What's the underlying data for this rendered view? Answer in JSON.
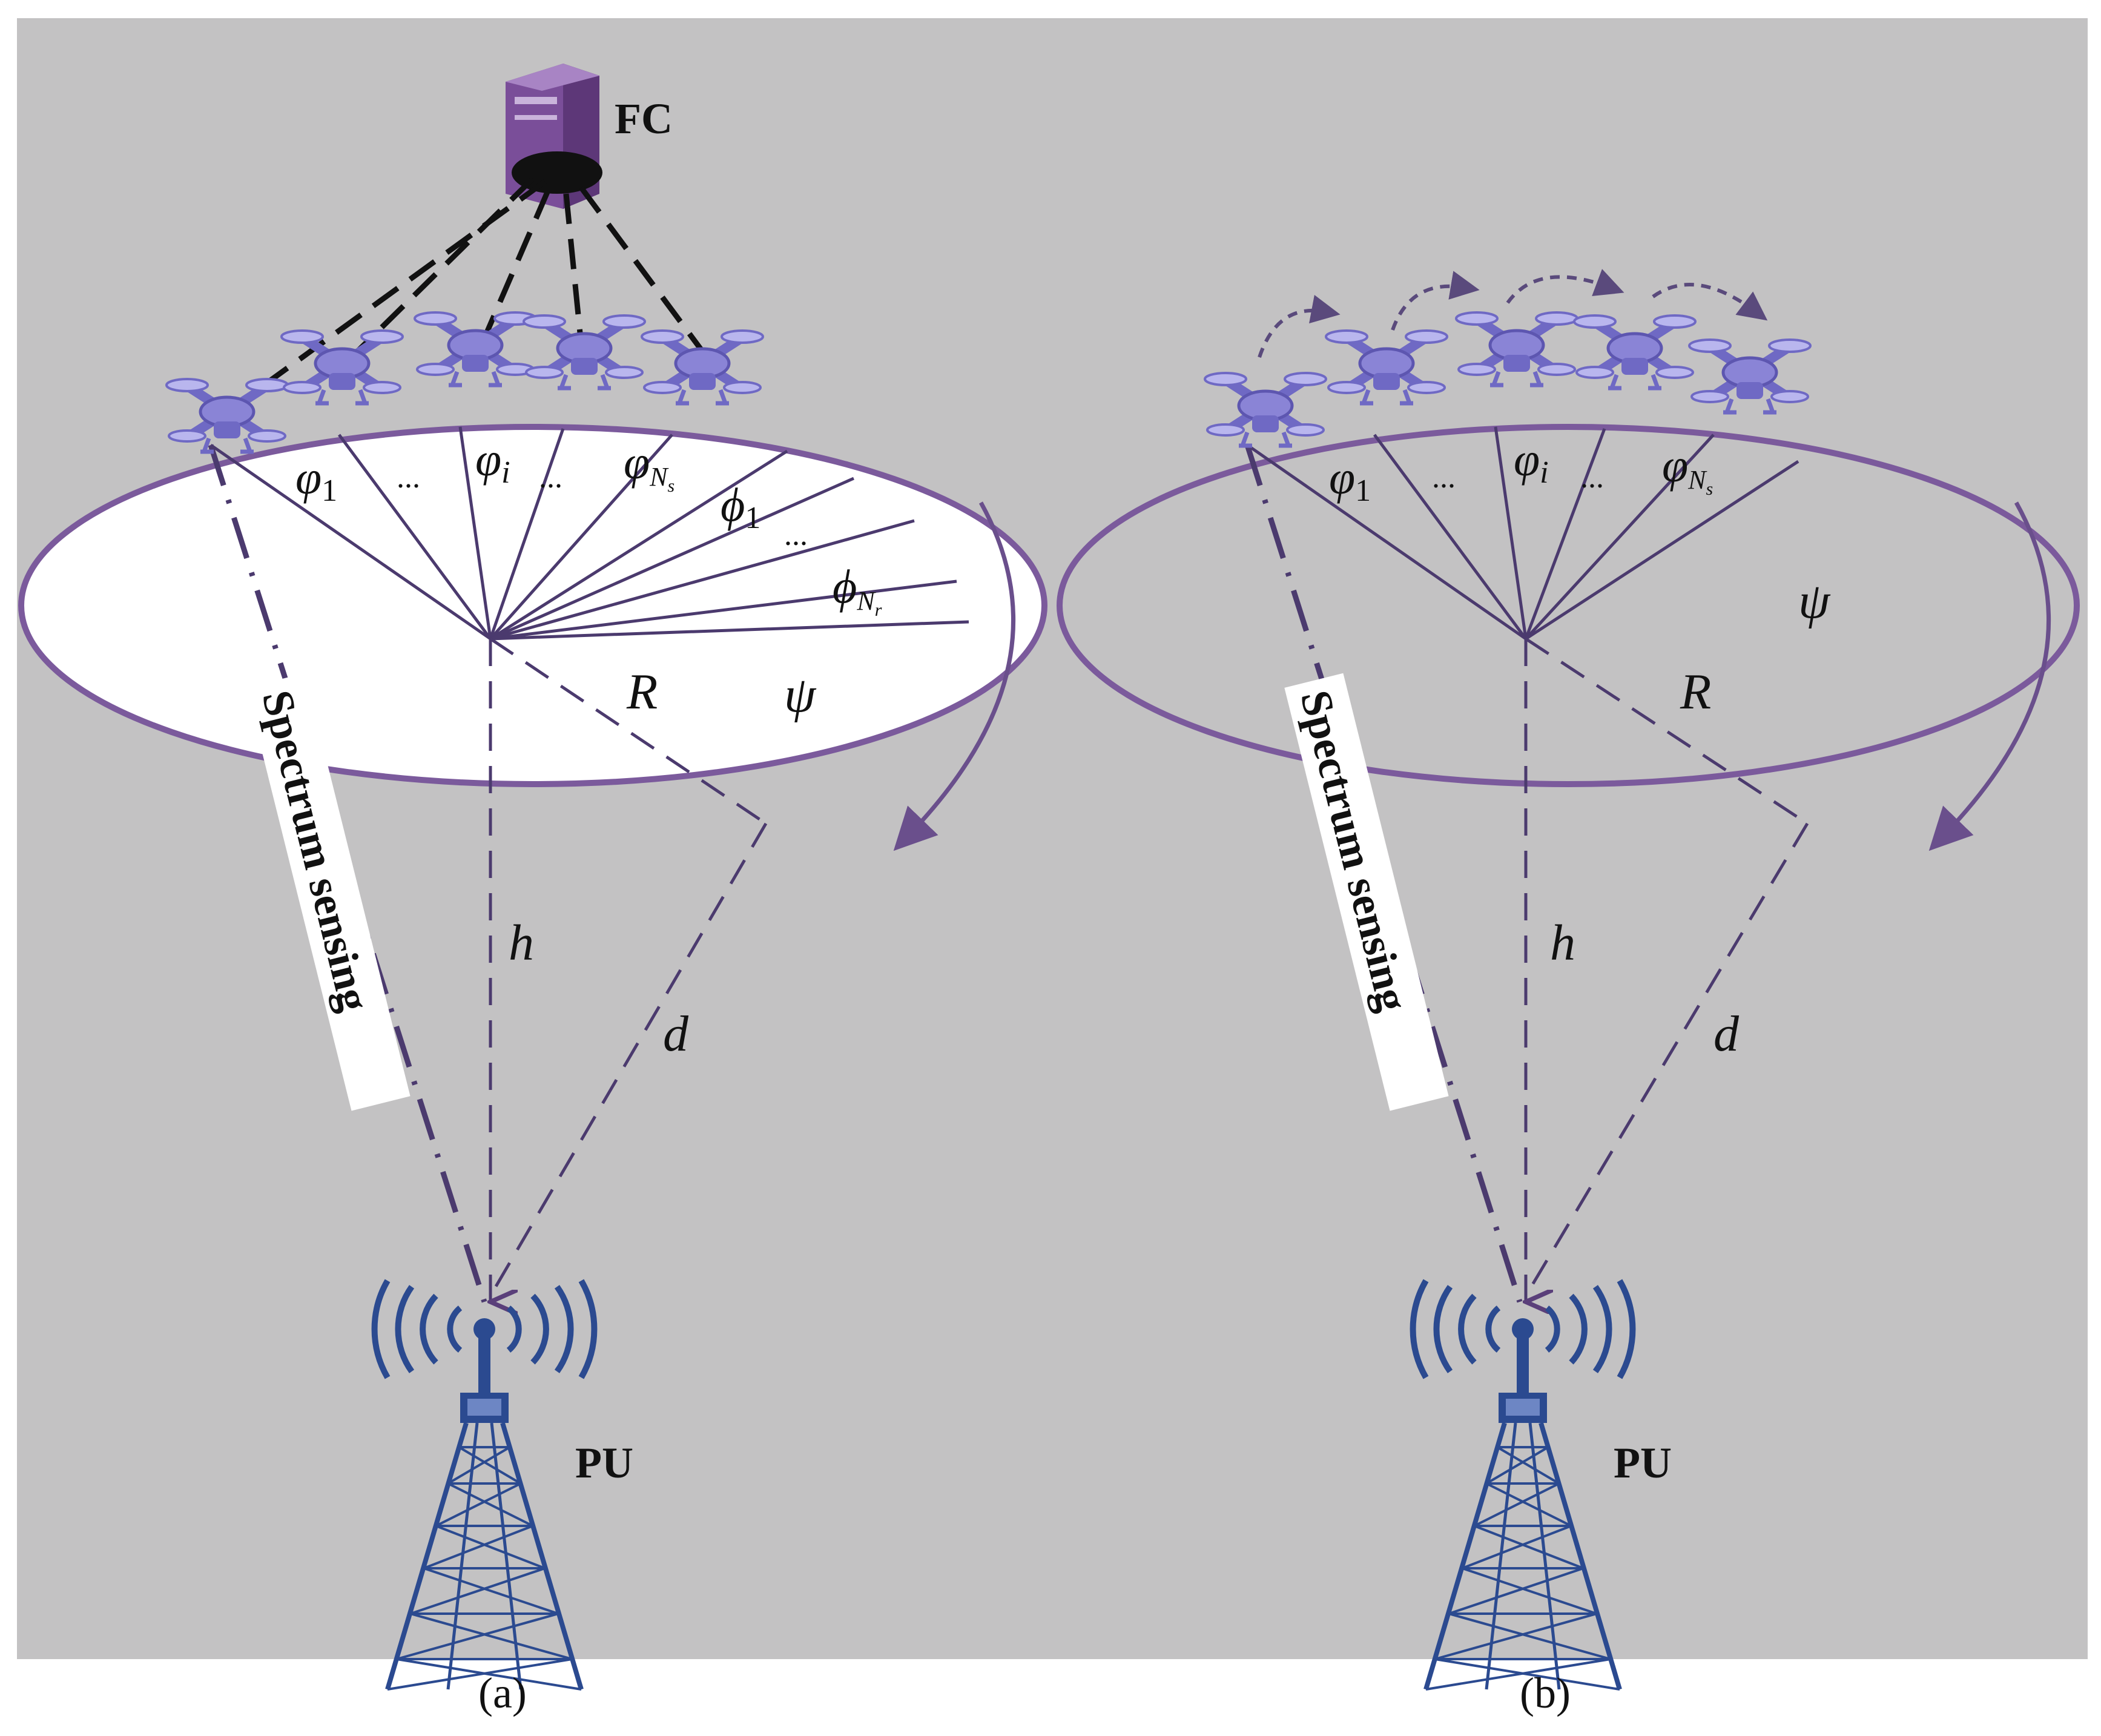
{
  "colors": {
    "background_panel": "#c3c2c3",
    "page": "#ffffff",
    "ellipse_stroke": "#7b5a9c",
    "sector_line": "#4b3a6e",
    "uav": "#8a84d6",
    "tower": "#2b4a90",
    "server": "#8a5aa6",
    "dash": "#111111"
  },
  "labels": {
    "fc": "FC",
    "pu": "PU",
    "spectrum_sensing": "Spectrum sensing",
    "R": "R",
    "psi": "ψ",
    "h": "h",
    "d": "d",
    "phi_1": "φ",
    "phi_1_sub": "1",
    "phi_i": "φ",
    "phi_i_sub": "i",
    "phi_Ns": "φ",
    "phi_Ns_sub": "N",
    "phi_Ns_subsub": "s",
    "phi2_1": "ϕ",
    "phi2_1_sub": "1",
    "phi2_Nr": "ϕ",
    "phi2_Nr_sub": "N",
    "phi2_Nr_subsub": "r",
    "dots": "...",
    "caption_a": "(a)",
    "caption_b": "(b)"
  },
  "panels": [
    {
      "id": "a",
      "uav_count": 5,
      "has_fc": true,
      "ellipse_filled": true
    },
    {
      "id": "b",
      "uav_count": 5,
      "has_fc": false,
      "ellipse_filled": false
    }
  ]
}
